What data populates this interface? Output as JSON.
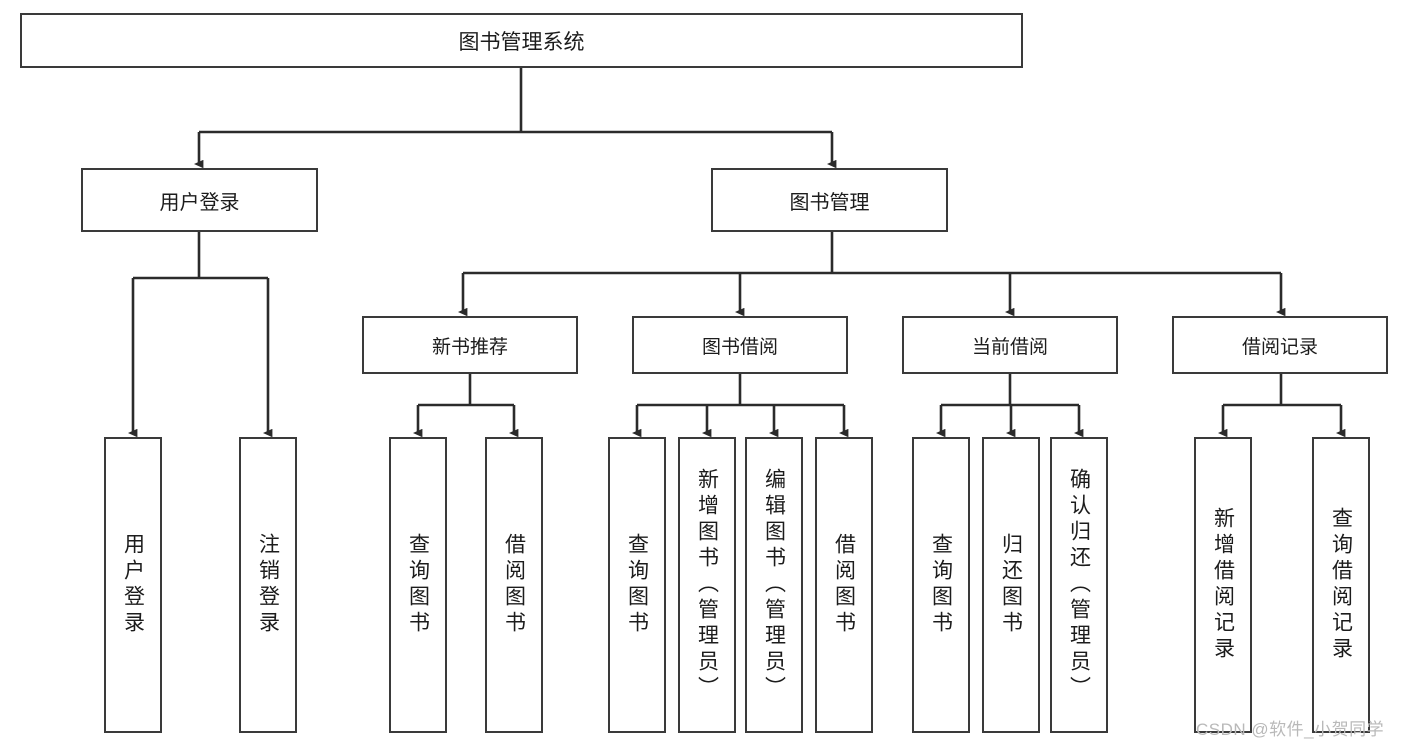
{
  "diagram": {
    "title": "图书管理系统",
    "type": "hierarchy-tree",
    "orientation": "top-down",
    "colors": {
      "box_border": "#3a3a3a",
      "box_fill": "#ffffff",
      "connector": "#2b2b2b",
      "text": "#1c1c1c",
      "watermark": "#b9b9b9",
      "background": "#ffffff"
    }
  },
  "root": {
    "label": "图书管理系统"
  },
  "level2": [
    {
      "label": "用户登录"
    },
    {
      "label": "图书管理"
    }
  ],
  "level3": [
    {
      "label": "新书推荐"
    },
    {
      "label": "图书借阅"
    },
    {
      "label": "当前借阅"
    },
    {
      "label": "借阅记录"
    }
  ],
  "leaves": [
    {
      "label": "用户登录",
      "parent": "用户登录"
    },
    {
      "label": "注销登录",
      "parent": "用户登录"
    },
    {
      "label": "查询图书",
      "parent": "新书推荐"
    },
    {
      "label": "借阅图书",
      "parent": "新书推荐"
    },
    {
      "label": "查询图书",
      "parent": "图书借阅"
    },
    {
      "label": "新增图书（管理员）",
      "parent": "图书借阅"
    },
    {
      "label": "编辑图书（管理员）",
      "parent": "图书借阅"
    },
    {
      "label": "借阅图书",
      "parent": "图书借阅"
    },
    {
      "label": "查询图书",
      "parent": "当前借阅"
    },
    {
      "label": "归还图书",
      "parent": "当前借阅"
    },
    {
      "label": "确认归还（管理员）",
      "parent": "当前借阅"
    },
    {
      "label": "新增借阅记录",
      "parent": "借阅记录"
    },
    {
      "label": "查询借阅记录",
      "parent": "借阅记录"
    }
  ],
  "watermark": {
    "text": "CSDN @软件_小贺同学"
  }
}
